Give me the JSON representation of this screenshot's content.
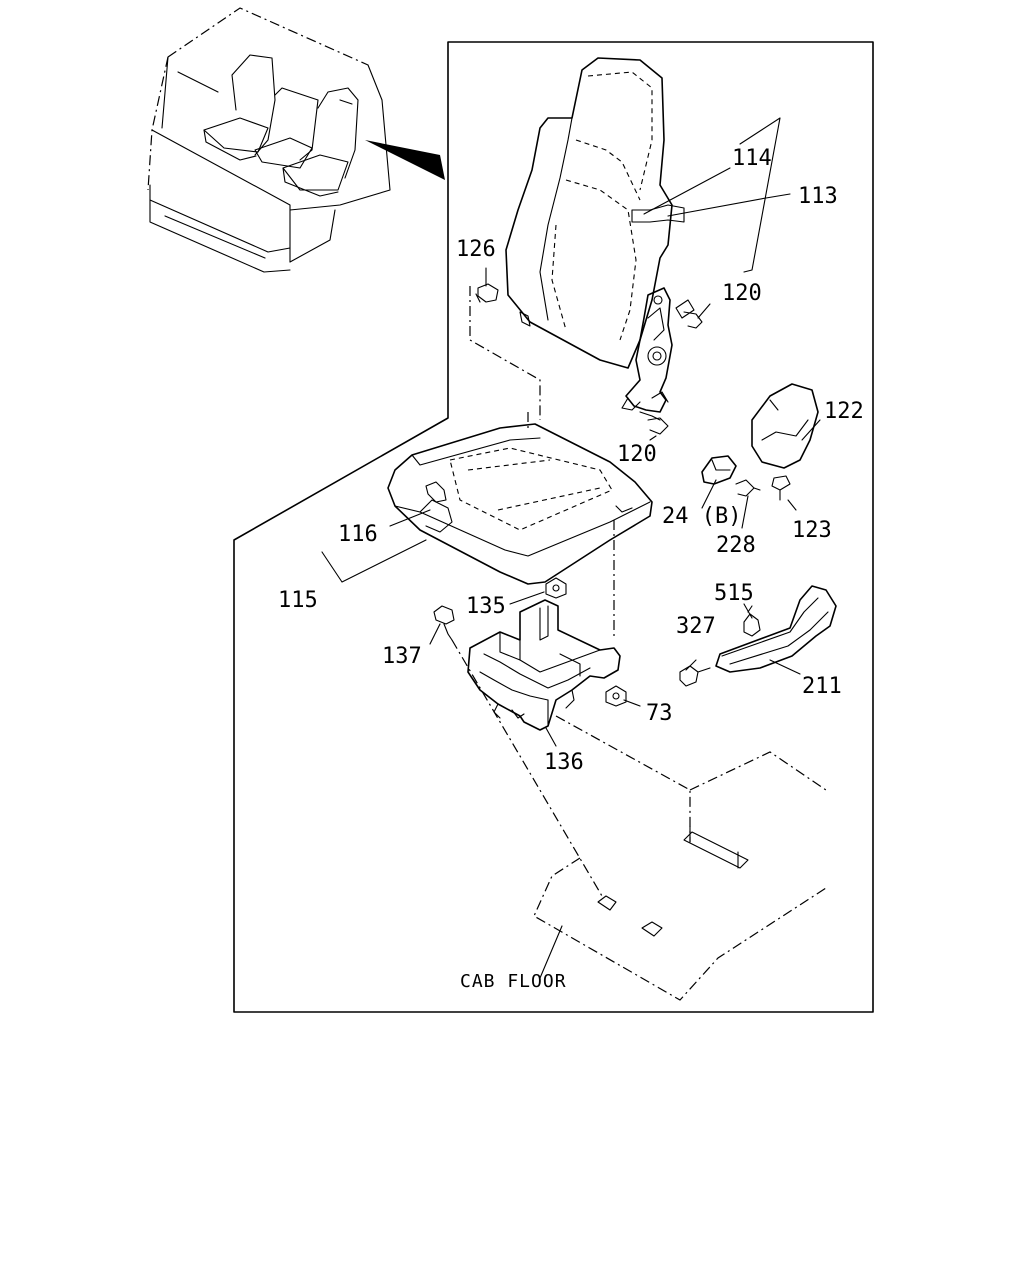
{
  "diagram": {
    "callouts": {
      "c114": "114",
      "c113": "113",
      "c126": "126",
      "c120a": "120",
      "c120b": "120",
      "c122": "122",
      "c24b": "24 (B)",
      "c228": "228",
      "c123": "123",
      "c116": "116",
      "c115": "115",
      "c135": "135",
      "c137": "137",
      "c515": "515",
      "c327": "327",
      "c211": "211",
      "c73": "73",
      "c136": "136"
    },
    "floor_caption": "CAB FLOOR"
  }
}
